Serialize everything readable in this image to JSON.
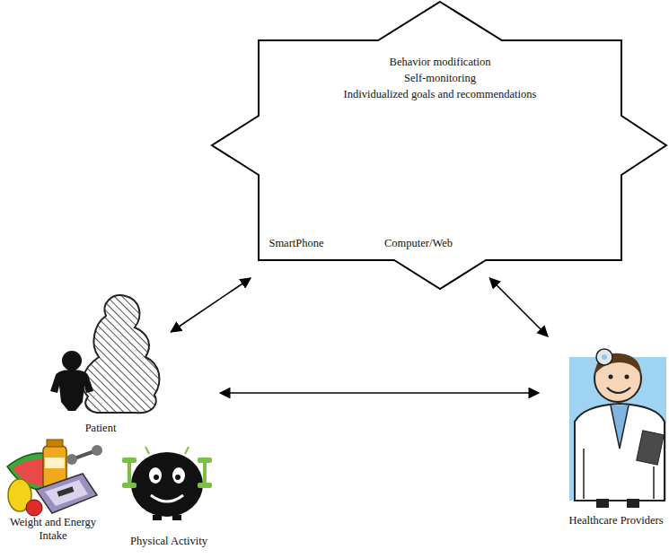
{
  "diagram": {
    "nodes": [
      {
        "text": [
          "Behavior modification",
          "Self-monitoring",
          "Individualized goals and recommendations",
          "SmartPhone",
          "Computer/Web"
        ]
      },
      {
        "text": [
          "Patient"
        ]
      },
      {
        "text": [
          "Healthcare Providers"
        ]
      }
    ],
    "edges": [
      {
        "from": 0,
        "to": 1,
        "arrow": "both"
      },
      {
        "from": 0,
        "to": 2,
        "arrow": "both"
      },
      {
        "from": 1,
        "to": 2,
        "arrow": "both"
      }
    ],
    "labels": [
      "Weight and Energy Intake",
      "Physical Activity"
    ]
  }
}
